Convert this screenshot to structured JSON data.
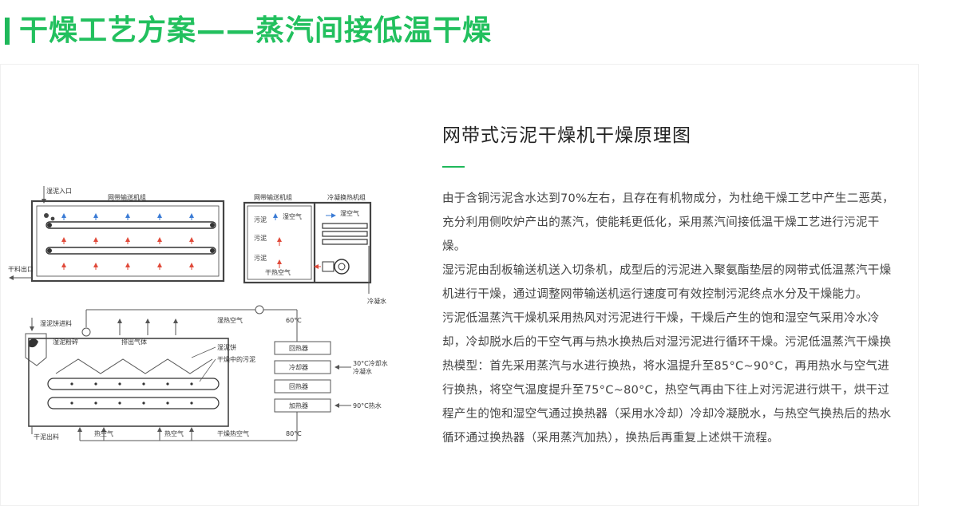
{
  "page": {
    "title": "干燥工艺方案——蒸汽间接低温干燥"
  },
  "content": {
    "heading": "网带式污泥干燥机干燥原理图",
    "paragraphs": [
      "由于含铜污泥含水达到70%左右，且存在有机物成分，为杜绝干燥工艺中产生二恶英，充分利用侧吹炉产出的蒸汽，使能耗更低化，采用蒸汽间接低温干燥工艺进行污泥干燥。",
      "湿污泥由刮板输送机送入切条机，成型后的污泥进入聚氨酯垫层的网带式低温蒸汽干燥机进行干燥，通过调整网带输送机运行速度可有效控制污泥终点水分及干燥能力。",
      "污泥低温蒸汽干燥机采用热风对污泥进行干燥，干燥后产生的饱和湿空气采用冷水冷却，冷却脱水后的干空气再与热水换热后对湿污泥进行循环干燥。污泥低温蒸汽干燥换热模型：首先采用蒸汽与水进行换热，将水温提升至85°C~90°C，再用热水与空气进行换热，将空气温度提升至75°C~80°C，热空气再由下往上对污泥进行烘干，烘干过程产生的饱和湿空气通过换热器（采用水冷却）冷却冷凝脱水，与热空气换热后的热水循环通过换热器（采用蒸汽加热），换热后再重复上述烘干流程。"
    ]
  },
  "diagram": {
    "top_left": {
      "title": "网带输送机组",
      "wet_in": "湿泥入口",
      "dry_out": "干料出口"
    },
    "top_right": {
      "title_left": "网带输送机组",
      "title_right": "冷凝换热机组",
      "sludge_labels": [
        "污泥",
        "污泥",
        "污泥"
      ],
      "wet_air": "湿空气",
      "wet_air_2": "湿空气",
      "dry_hot_air": "干热空气",
      "condensate": "冷凝水"
    },
    "bottom": {
      "cake_in": "湿泥饼进料",
      "crush": "湿泥粉碎",
      "exhaust": "排出气体",
      "wet_hot_air": "湿热空气",
      "temp_60": "60°C",
      "cake": "湿泥饼",
      "drying_sludge": "干燥中的污泥",
      "boxes": [
        "回热器",
        "冷却器",
        "回热器",
        "加热器"
      ],
      "cooling_water": "30°C冷却水",
      "cooling_water_2": "冷凝水",
      "hot_water": "90°C热水",
      "dry_out": "干泥出料",
      "hot_air_1": "热空气",
      "hot_air_2": "热空气",
      "dry_hot_air": "干燥热空气",
      "temp_80": "80°C"
    }
  },
  "colors": {
    "accent": "#22c05e",
    "red_arrow": "#e04a3a",
    "blue_arrow": "#3a7bd5"
  }
}
